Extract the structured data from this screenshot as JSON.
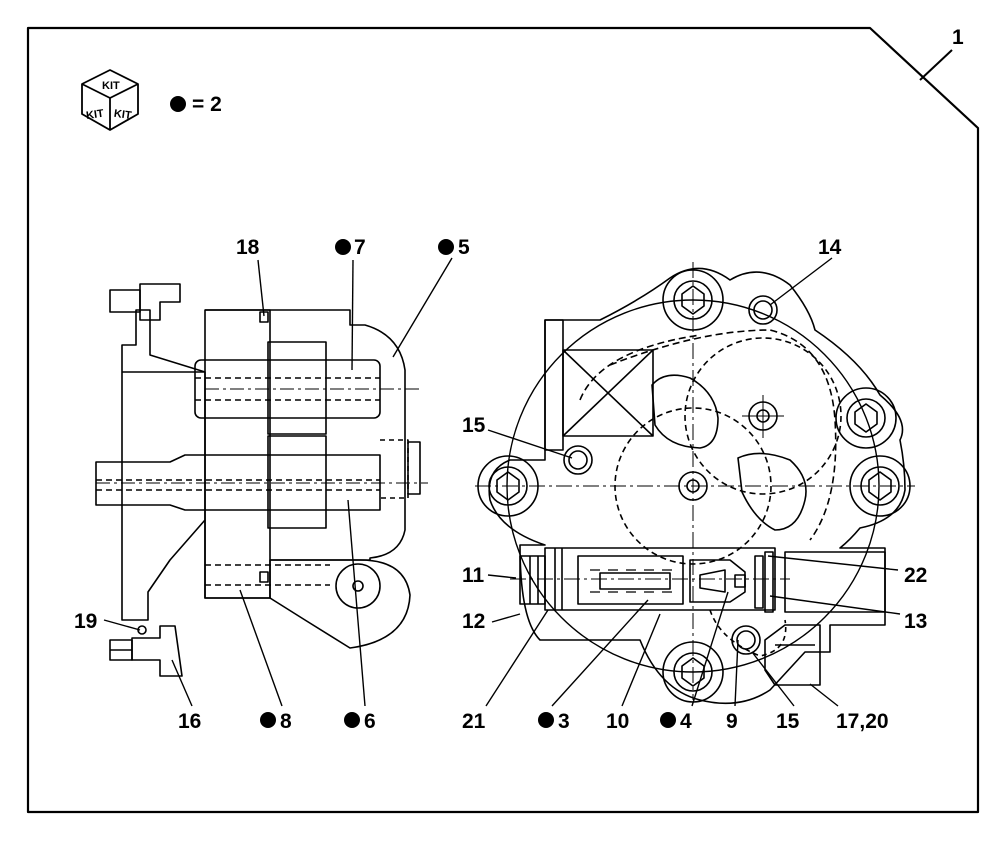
{
  "sheet": {
    "reference": "1"
  },
  "legend": {
    "kit_icon_text": "KIT",
    "kit_note": "= 2"
  },
  "callouts": [
    {
      "id": "c18",
      "text": "18",
      "dot": false
    },
    {
      "id": "c7",
      "text": "7",
      "dot": true
    },
    {
      "id": "c5",
      "text": "5",
      "dot": true
    },
    {
      "id": "c14",
      "text": "14",
      "dot": false
    },
    {
      "id": "c15a",
      "text": "15",
      "dot": false
    },
    {
      "id": "c11",
      "text": "11",
      "dot": false
    },
    {
      "id": "c12",
      "text": "12",
      "dot": false
    },
    {
      "id": "c19",
      "text": "19",
      "dot": false
    },
    {
      "id": "c16",
      "text": "16",
      "dot": false
    },
    {
      "id": "c8",
      "text": "8",
      "dot": true
    },
    {
      "id": "c6",
      "text": "6",
      "dot": true
    },
    {
      "id": "c21",
      "text": "21",
      "dot": false
    },
    {
      "id": "c3",
      "text": "3",
      "dot": true
    },
    {
      "id": "c10",
      "text": "10",
      "dot": false
    },
    {
      "id": "c4",
      "text": "4",
      "dot": true
    },
    {
      "id": "c9",
      "text": "9",
      "dot": false
    },
    {
      "id": "c15b",
      "text": "15",
      "dot": false
    },
    {
      "id": "c1720",
      "text": "17,20",
      "dot": false
    },
    {
      "id": "c22",
      "text": "22",
      "dot": false
    },
    {
      "id": "c13",
      "text": "13",
      "dot": false
    }
  ]
}
